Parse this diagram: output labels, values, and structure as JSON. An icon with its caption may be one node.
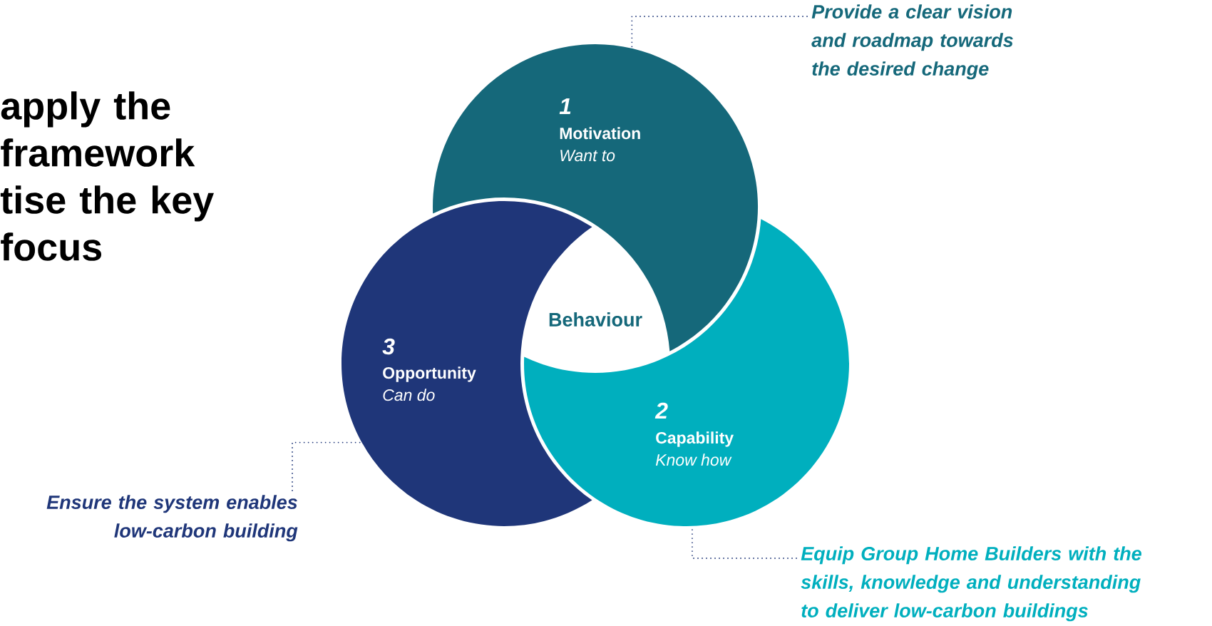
{
  "diagram": {
    "title": "apply the framework tise the key focus",
    "nodes": [
      {
        "text": [
          "1",
          "Motivation",
          "Want to"
        ]
      },
      {
        "text": [
          "2",
          "Capability",
          "Know how"
        ]
      },
      {
        "text": [
          "3",
          "Opportunity",
          "Can do"
        ]
      },
      {
        "text": [
          "Behaviour"
        ]
      },
      {
        "text": [
          "Provide a clear vision and roadmap towards the desired change"
        ]
      },
      {
        "text": [
          "Ensure the system enables low-carbon building"
        ]
      },
      {
        "text": [
          "Equip Group Home Builders with the skills, knowledge and understanding to deliver low-carbon buildings"
        ]
      }
    ],
    "edges": [
      {
        "from": 4,
        "to": 0,
        "arrow": "none"
      },
      {
        "from": 5,
        "to": 2,
        "arrow": "none"
      },
      {
        "from": 6,
        "to": 1,
        "arrow": "none"
      }
    ]
  }
}
